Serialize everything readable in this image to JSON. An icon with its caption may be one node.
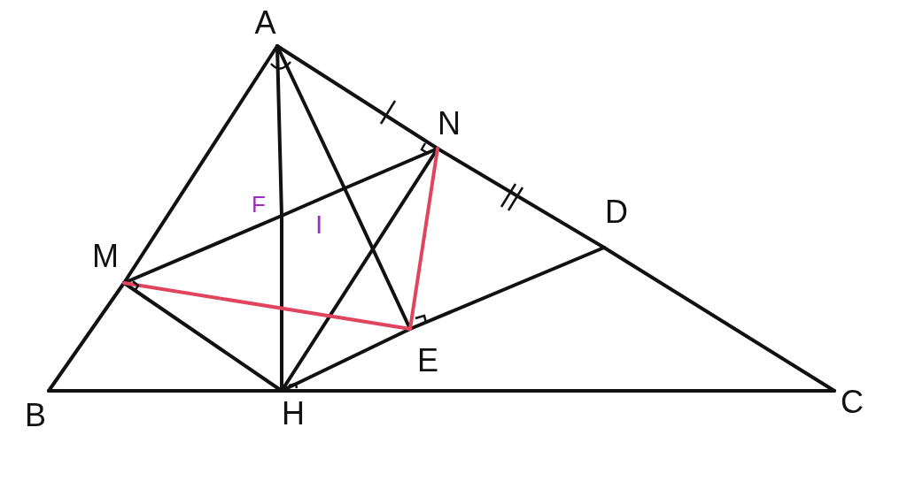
{
  "diagram": {
    "nodes": [
      {
        "text": [
          "A"
        ]
      },
      {
        "text": [
          "B"
        ]
      },
      {
        "text": [
          "C"
        ]
      },
      {
        "text": [
          "H"
        ]
      },
      {
        "text": [
          "M"
        ]
      },
      {
        "text": [
          "N"
        ]
      },
      {
        "text": [
          "D"
        ]
      },
      {
        "text": [
          "E"
        ]
      },
      {
        "text": [
          "F"
        ]
      },
      {
        "text": [
          "I"
        ]
      }
    ],
    "edges": [
      {
        "from": 0,
        "to": 4,
        "arrow": "none"
      },
      {
        "from": 4,
        "to": 1,
        "arrow": "none"
      },
      {
        "from": 1,
        "to": 3,
        "arrow": "none"
      },
      {
        "from": 3,
        "to": 2,
        "arrow": "none"
      },
      {
        "from": 0,
        "to": 5,
        "arrow": "none"
      },
      {
        "from": 5,
        "to": 6,
        "arrow": "none"
      },
      {
        "from": 6,
        "to": 2,
        "arrow": "none"
      },
      {
        "from": 0,
        "to": 8,
        "arrow": "none"
      },
      {
        "from": 8,
        "to": 3,
        "arrow": "none"
      },
      {
        "from": 0,
        "to": 9,
        "arrow": "none"
      },
      {
        "from": 9,
        "to": 7,
        "arrow": "none"
      },
      {
        "from": 4,
        "to": 8,
        "arrow": "none"
      },
      {
        "from": 8,
        "to": 9,
        "arrow": "none"
      },
      {
        "from": 9,
        "to": 5,
        "arrow": "none"
      },
      {
        "from": 4,
        "to": 3,
        "arrow": "none"
      },
      {
        "from": 3,
        "to": 5,
        "arrow": "none"
      },
      {
        "from": 3,
        "to": 7,
        "arrow": "none"
      },
      {
        "from": 7,
        "to": 6,
        "arrow": "none"
      },
      {
        "from": 4,
        "to": 7,
        "arrow": "none",
        "color": "#e0445e"
      },
      {
        "from": 5,
        "to": 7,
        "arrow": "none",
        "color": "#e0445e"
      }
    ]
  }
}
